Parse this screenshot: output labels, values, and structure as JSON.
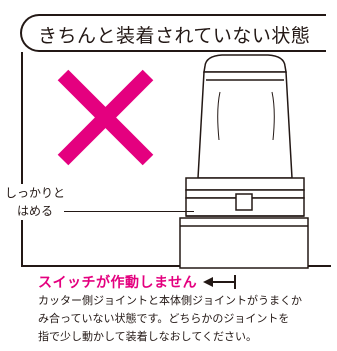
{
  "title": "きちんと装着されていない状態",
  "side_label": "しっかりと\nはめる",
  "warning": "スイッチが作動しません",
  "description": "カッター側ジョイントと本体側ジョイントがうまくか\nみ合っていない状態です。どちらかのジョイントを\n指で少し動かして装着しなおしてください。",
  "colors": {
    "accent": "#e4007f",
    "ink": "#231815"
  },
  "icons": {
    "cross": "cross-mark-icon",
    "arrow": "left-arrow-icon"
  }
}
